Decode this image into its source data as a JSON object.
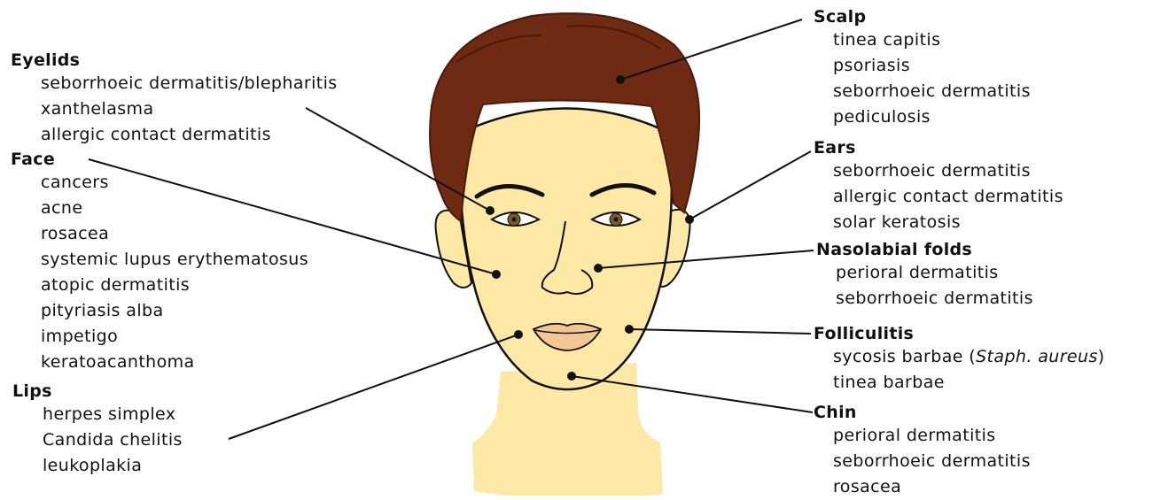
{
  "left_groups": [
    {
      "key": "eyelids",
      "title": "Eyelids",
      "items": [
        "seborrhoeic dermatitis/blepharitis",
        "xanthelasma",
        "allergic contact dermatitis"
      ]
    },
    {
      "key": "face",
      "title": "Face",
      "items": [
        "cancers",
        "acne",
        "rosacea",
        "systemic lupus erythematosus",
        "atopic dermatitis",
        "pityriasis alba",
        "impetigo",
        "keratoacanthoma"
      ]
    },
    {
      "key": "lips",
      "title": "Lips",
      "items": [
        "herpes simplex",
        "Candida chelitis",
        "leukoplakia"
      ]
    }
  ],
  "right_groups": [
    {
      "key": "scalp",
      "title": "Scalp",
      "items": [
        "tinea capitis",
        "psoriasis",
        "seborrhoeic dermatitis",
        "pediculosis"
      ]
    },
    {
      "key": "ears",
      "title": "Ears",
      "items": [
        "seborrhoeic dermatitis",
        "allergic contact dermatitis",
        "solar keratosis"
      ]
    },
    {
      "key": "nasolabial",
      "title": "Nasolabial folds",
      "items": [
        "perioral dermatitis",
        "seborrhoeic dermatitis"
      ]
    },
    {
      "key": "folliculitis",
      "title": "Folliculitis",
      "items": [
        "sycosis barbae (",
        "Staph. aureus",
        ")",
        "tinea barbae"
      ]
    },
    {
      "key": "chin",
      "title": "Chin",
      "items": [
        "perioral dermatitis",
        "seborrhoeic dermatitis",
        "rosacea"
      ]
    }
  ],
  "colors": {
    "skin": "#fde8a6",
    "skin_outline": "#111111",
    "hair": "#6e2a12",
    "hair_dark": "#4a1a08",
    "iris": "#7a5a2a",
    "lips": "#f3c793"
  },
  "icons": {
    "figure": "face-illustration-icon"
  }
}
